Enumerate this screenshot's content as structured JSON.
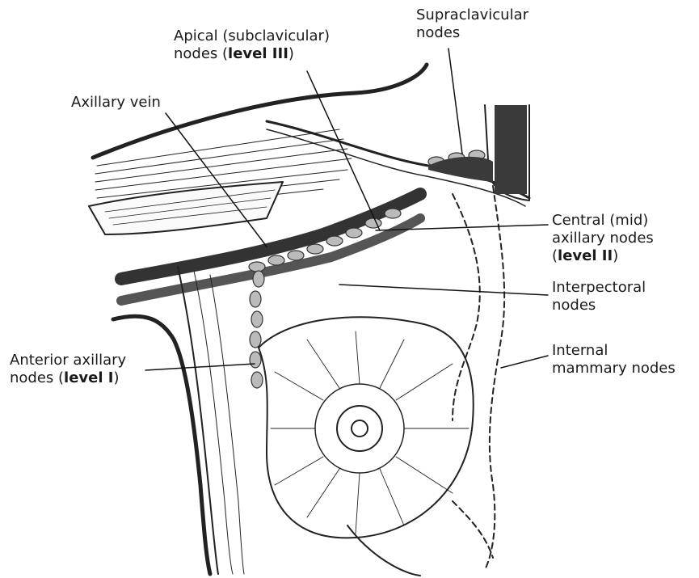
{
  "labels": {
    "supraclavicular": {
      "line1": "Supraclavicular",
      "line2": "nodes"
    },
    "apical": {
      "line1": "Apical (subclavicular)",
      "line2_pre": "nodes (",
      "line2_bold": "level III",
      "line2_post": ")"
    },
    "axillary_vein": {
      "line1": "Axillary vein"
    },
    "central": {
      "line1": "Central (mid)",
      "line2": "axillary nodes",
      "line3_pre": "(",
      "line3_bold": "level II",
      "line3_post": ")"
    },
    "interpectoral": {
      "line1": "Interpectoral",
      "line2": "nodes"
    },
    "internal_mammary": {
      "line1": "Internal",
      "line2": "mammary nodes"
    },
    "anterior_axillary": {
      "line1": "Anterior axillary",
      "line2_pre": "nodes (",
      "line2_bold": "level I",
      "line2_post": ")"
    }
  }
}
